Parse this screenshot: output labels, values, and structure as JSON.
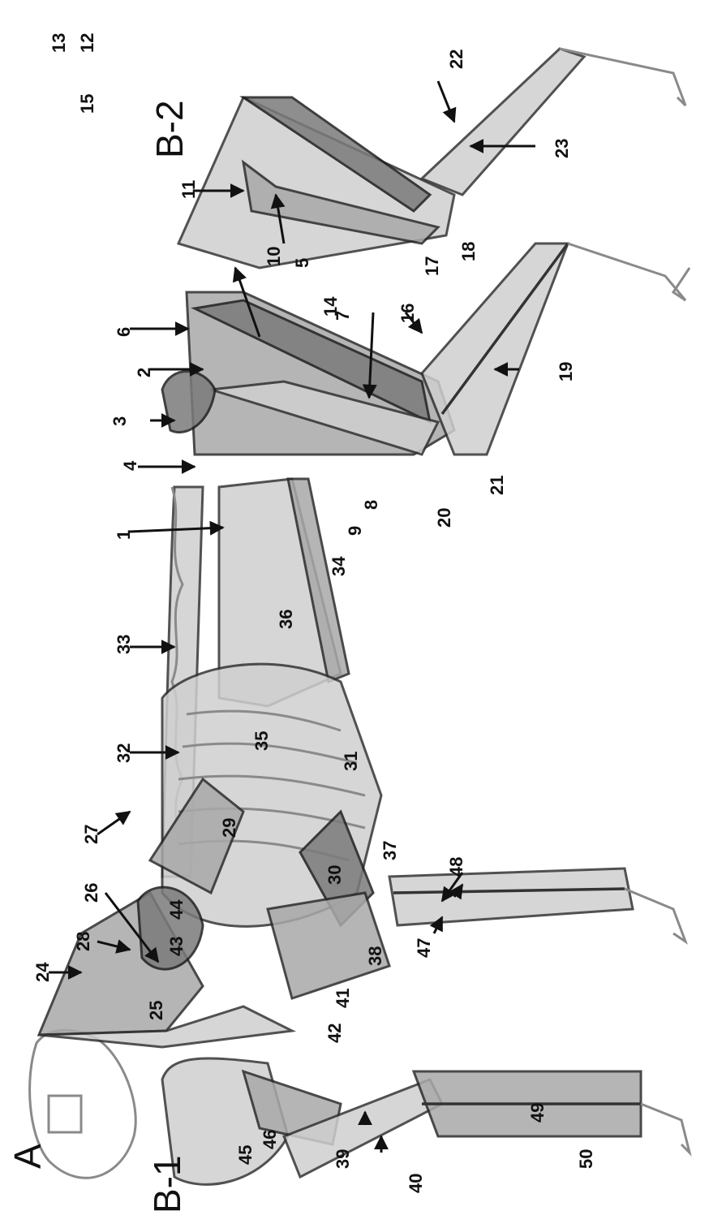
{
  "figure": {
    "panels": [
      "A",
      "B-1",
      "B-2"
    ],
    "labels": [
      "1",
      "2",
      "3",
      "4",
      "5",
      "6",
      "7",
      "8",
      "9",
      "10",
      "11",
      "12",
      "13",
      "14",
      "15",
      "16",
      "17",
      "18",
      "19",
      "20",
      "21",
      "22",
      "23",
      "24",
      "25",
      "26",
      "27",
      "28",
      "29",
      "30",
      "31",
      "32",
      "33",
      "34",
      "35",
      "36",
      "37",
      "38",
      "39",
      "40",
      "41",
      "42",
      "43",
      "44",
      "45",
      "46",
      "47",
      "48",
      "49",
      "50"
    ]
  }
}
